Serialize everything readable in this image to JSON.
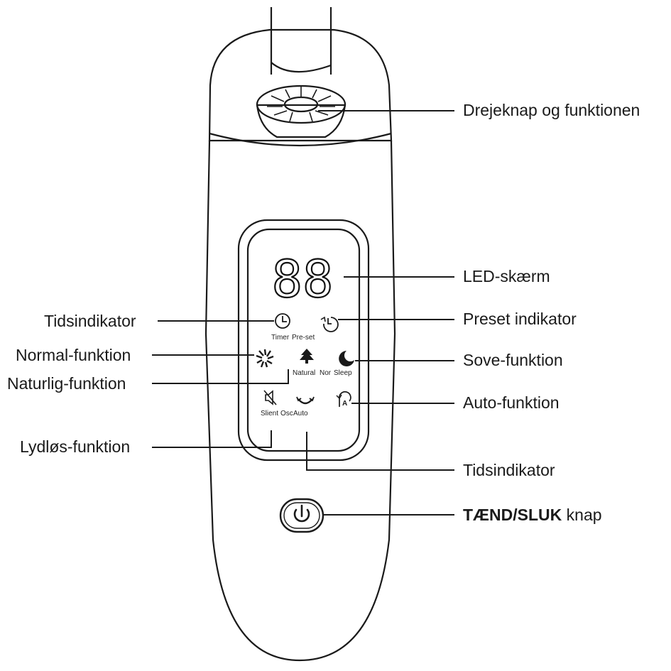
{
  "display": {
    "digits": "88",
    "timer_label": "Timer",
    "preset_label": "Pre-set",
    "natural_label": "Natural",
    "normal_label": "Nor",
    "sleep_label": "Sleep",
    "silent_label": "Slient",
    "osc_label": "Osc",
    "auto_label": "Auto",
    "auto_icon_letter": "A"
  },
  "callouts": {
    "dial": "Drejeknap og funktionen",
    "led": "LED-skærm",
    "time_indicator_left": "Tidsindikator",
    "preset_indicator": "Preset indikator",
    "normal_function": "Normal-funktion",
    "sleep_function": "Sove-funktion",
    "natural_function": "Naturlig-funktion",
    "auto_function": "Auto-funktion",
    "silent_function": "Lydløs-funktion",
    "time_indicator_bottom": "Tidsindikator",
    "power_bold": "TÆND/SLUK",
    "power_rest": " knap"
  },
  "icons": [
    "timer-icon",
    "preset-icon",
    "normal-fan-icon",
    "natural-tree-icon",
    "sleep-moon-icon",
    "silent-mute-icon",
    "oscillation-icon",
    "auto-icon",
    "power-icon"
  ]
}
